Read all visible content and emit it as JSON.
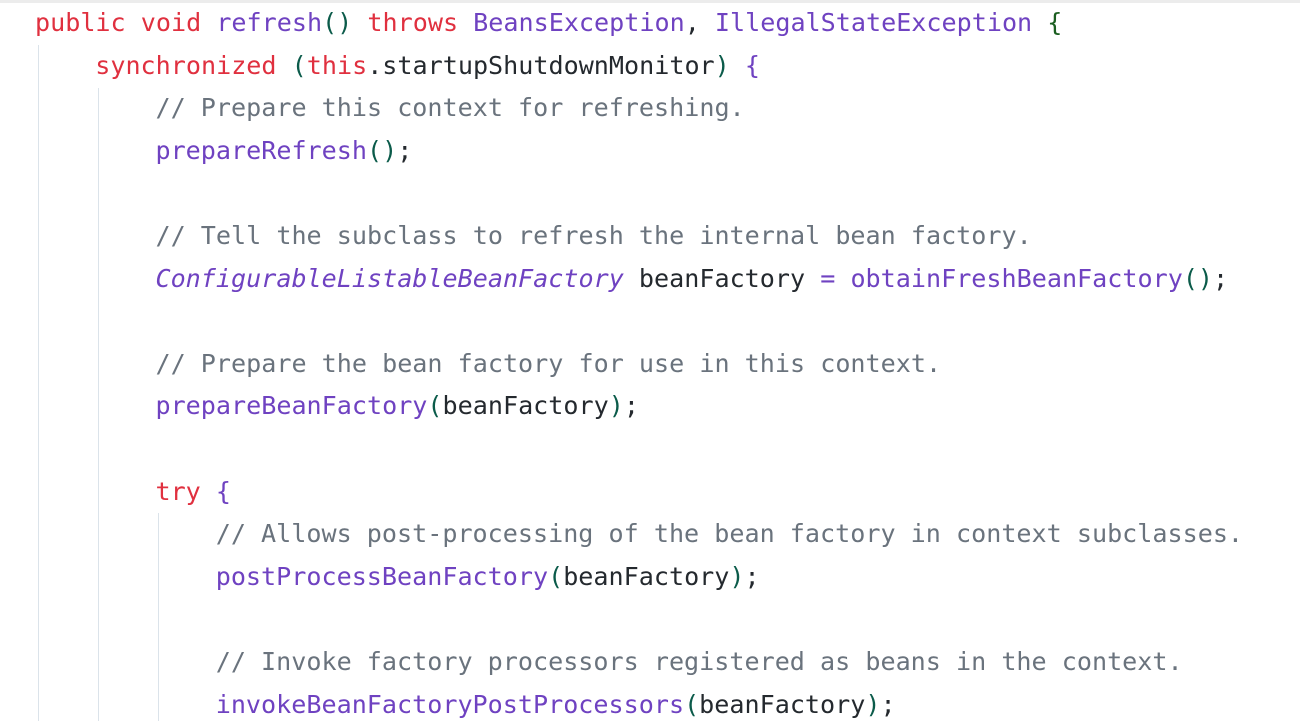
{
  "code_lines": [
    {
      "indent": 0,
      "tokens": [
        {
          "t": "public",
          "c": "kw"
        },
        {
          "t": " ",
          "c": "tx"
        },
        {
          "t": "void",
          "c": "kw"
        },
        {
          "t": " ",
          "c": "tx"
        },
        {
          "t": "refresh",
          "c": "fn"
        },
        {
          "t": "()",
          "c": "pn"
        },
        {
          "t": " ",
          "c": "tx"
        },
        {
          "t": "throws",
          "c": "kw"
        },
        {
          "t": " ",
          "c": "tx"
        },
        {
          "t": "BeansException",
          "c": "ty"
        },
        {
          "t": ", ",
          "c": "tx"
        },
        {
          "t": "IllegalStateException",
          "c": "ty"
        },
        {
          "t": " ",
          "c": "tx"
        },
        {
          "t": "{",
          "c": "br"
        }
      ]
    },
    {
      "indent": 1,
      "tokens": [
        {
          "t": "synchronized",
          "c": "kw"
        },
        {
          "t": " ",
          "c": "tx"
        },
        {
          "t": "(",
          "c": "pn"
        },
        {
          "t": "this",
          "c": "kw"
        },
        {
          "t": ".startupShutdownMonitor",
          "c": "tx"
        },
        {
          "t": ")",
          "c": "pn"
        },
        {
          "t": " ",
          "c": "tx"
        },
        {
          "t": "{",
          "c": "fn"
        }
      ]
    },
    {
      "indent": 2,
      "tokens": [
        {
          "t": "// Prepare this context for refreshing.",
          "c": "cm"
        }
      ]
    },
    {
      "indent": 2,
      "tokens": [
        {
          "t": "prepareRefresh",
          "c": "fn"
        },
        {
          "t": "()",
          "c": "pn"
        },
        {
          "t": ";",
          "c": "tx"
        }
      ]
    },
    {
      "indent": 2,
      "tokens": []
    },
    {
      "indent": 2,
      "tokens": [
        {
          "t": "// Tell the subclass to refresh the internal bean factory.",
          "c": "cm"
        }
      ]
    },
    {
      "indent": 2,
      "tokens": [
        {
          "t": "ConfigurableListableBeanFactory",
          "c": "it"
        },
        {
          "t": " beanFactory ",
          "c": "tx"
        },
        {
          "t": "=",
          "c": "op"
        },
        {
          "t": " ",
          "c": "tx"
        },
        {
          "t": "obtainFreshBeanFactory",
          "c": "fn"
        },
        {
          "t": "()",
          "c": "pn"
        },
        {
          "t": ";",
          "c": "tx"
        }
      ]
    },
    {
      "indent": 2,
      "tokens": []
    },
    {
      "indent": 2,
      "tokens": [
        {
          "t": "// Prepare the bean factory for use in this context.",
          "c": "cm"
        }
      ]
    },
    {
      "indent": 2,
      "tokens": [
        {
          "t": "prepareBeanFactory",
          "c": "fn"
        },
        {
          "t": "(",
          "c": "pn"
        },
        {
          "t": "beanFactory",
          "c": "tx"
        },
        {
          "t": ")",
          "c": "pn"
        },
        {
          "t": ";",
          "c": "tx"
        }
      ]
    },
    {
      "indent": 2,
      "tokens": []
    },
    {
      "indent": 2,
      "tokens": [
        {
          "t": "try",
          "c": "kw"
        },
        {
          "t": " ",
          "c": "tx"
        },
        {
          "t": "{",
          "c": "fn"
        }
      ]
    },
    {
      "indent": 3,
      "tokens": [
        {
          "t": "// Allows post-processing of the bean factory in context subclasses.",
          "c": "cm"
        }
      ]
    },
    {
      "indent": 3,
      "tokens": [
        {
          "t": "postProcessBeanFactory",
          "c": "fn"
        },
        {
          "t": "(",
          "c": "pn"
        },
        {
          "t": "beanFactory",
          "c": "tx"
        },
        {
          "t": ")",
          "c": "pn"
        },
        {
          "t": ";",
          "c": "tx"
        }
      ]
    },
    {
      "indent": 3,
      "tokens": []
    },
    {
      "indent": 3,
      "tokens": [
        {
          "t": "// Invoke factory processors registered as beans in the context.",
          "c": "cm"
        }
      ]
    },
    {
      "indent": 3,
      "tokens": [
        {
          "t": "invokeBeanFactoryPostProcessors",
          "c": "fn"
        },
        {
          "t": "(",
          "c": "pn"
        },
        {
          "t": "beanFactory",
          "c": "tx"
        },
        {
          "t": ")",
          "c": "pn"
        },
        {
          "t": ";",
          "c": "tx"
        }
      ]
    }
  ]
}
